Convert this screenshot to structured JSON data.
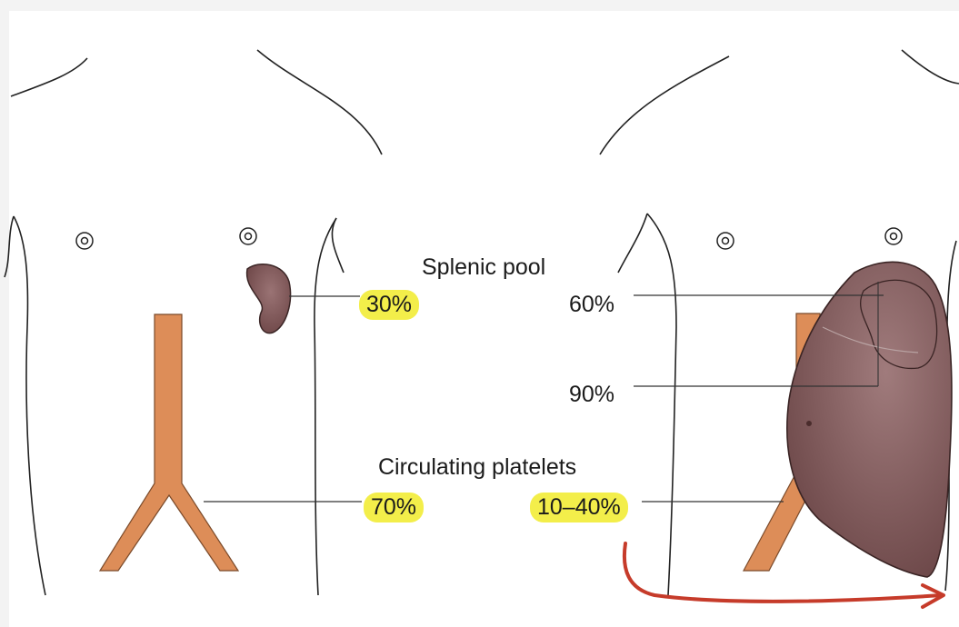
{
  "splenic_pool": {
    "title": "Splenic pool",
    "normal": "30%",
    "enlarged_upper": "60%",
    "enlarged_lower": "90%"
  },
  "circulating": {
    "title": "Circulating platelets",
    "normal": "70%",
    "enlarged": "10–40%"
  },
  "colors": {
    "spleen": "#7a5152",
    "vessel": "#dd8d58",
    "highlight": "#f3ee4a",
    "arrow": "#c63b2a",
    "outline": "#222222"
  },
  "icons": [
    "nipple-icon",
    "spleen-icon",
    "aorta-icon",
    "enlarged-spleen-icon",
    "red-arrow-icon"
  ]
}
